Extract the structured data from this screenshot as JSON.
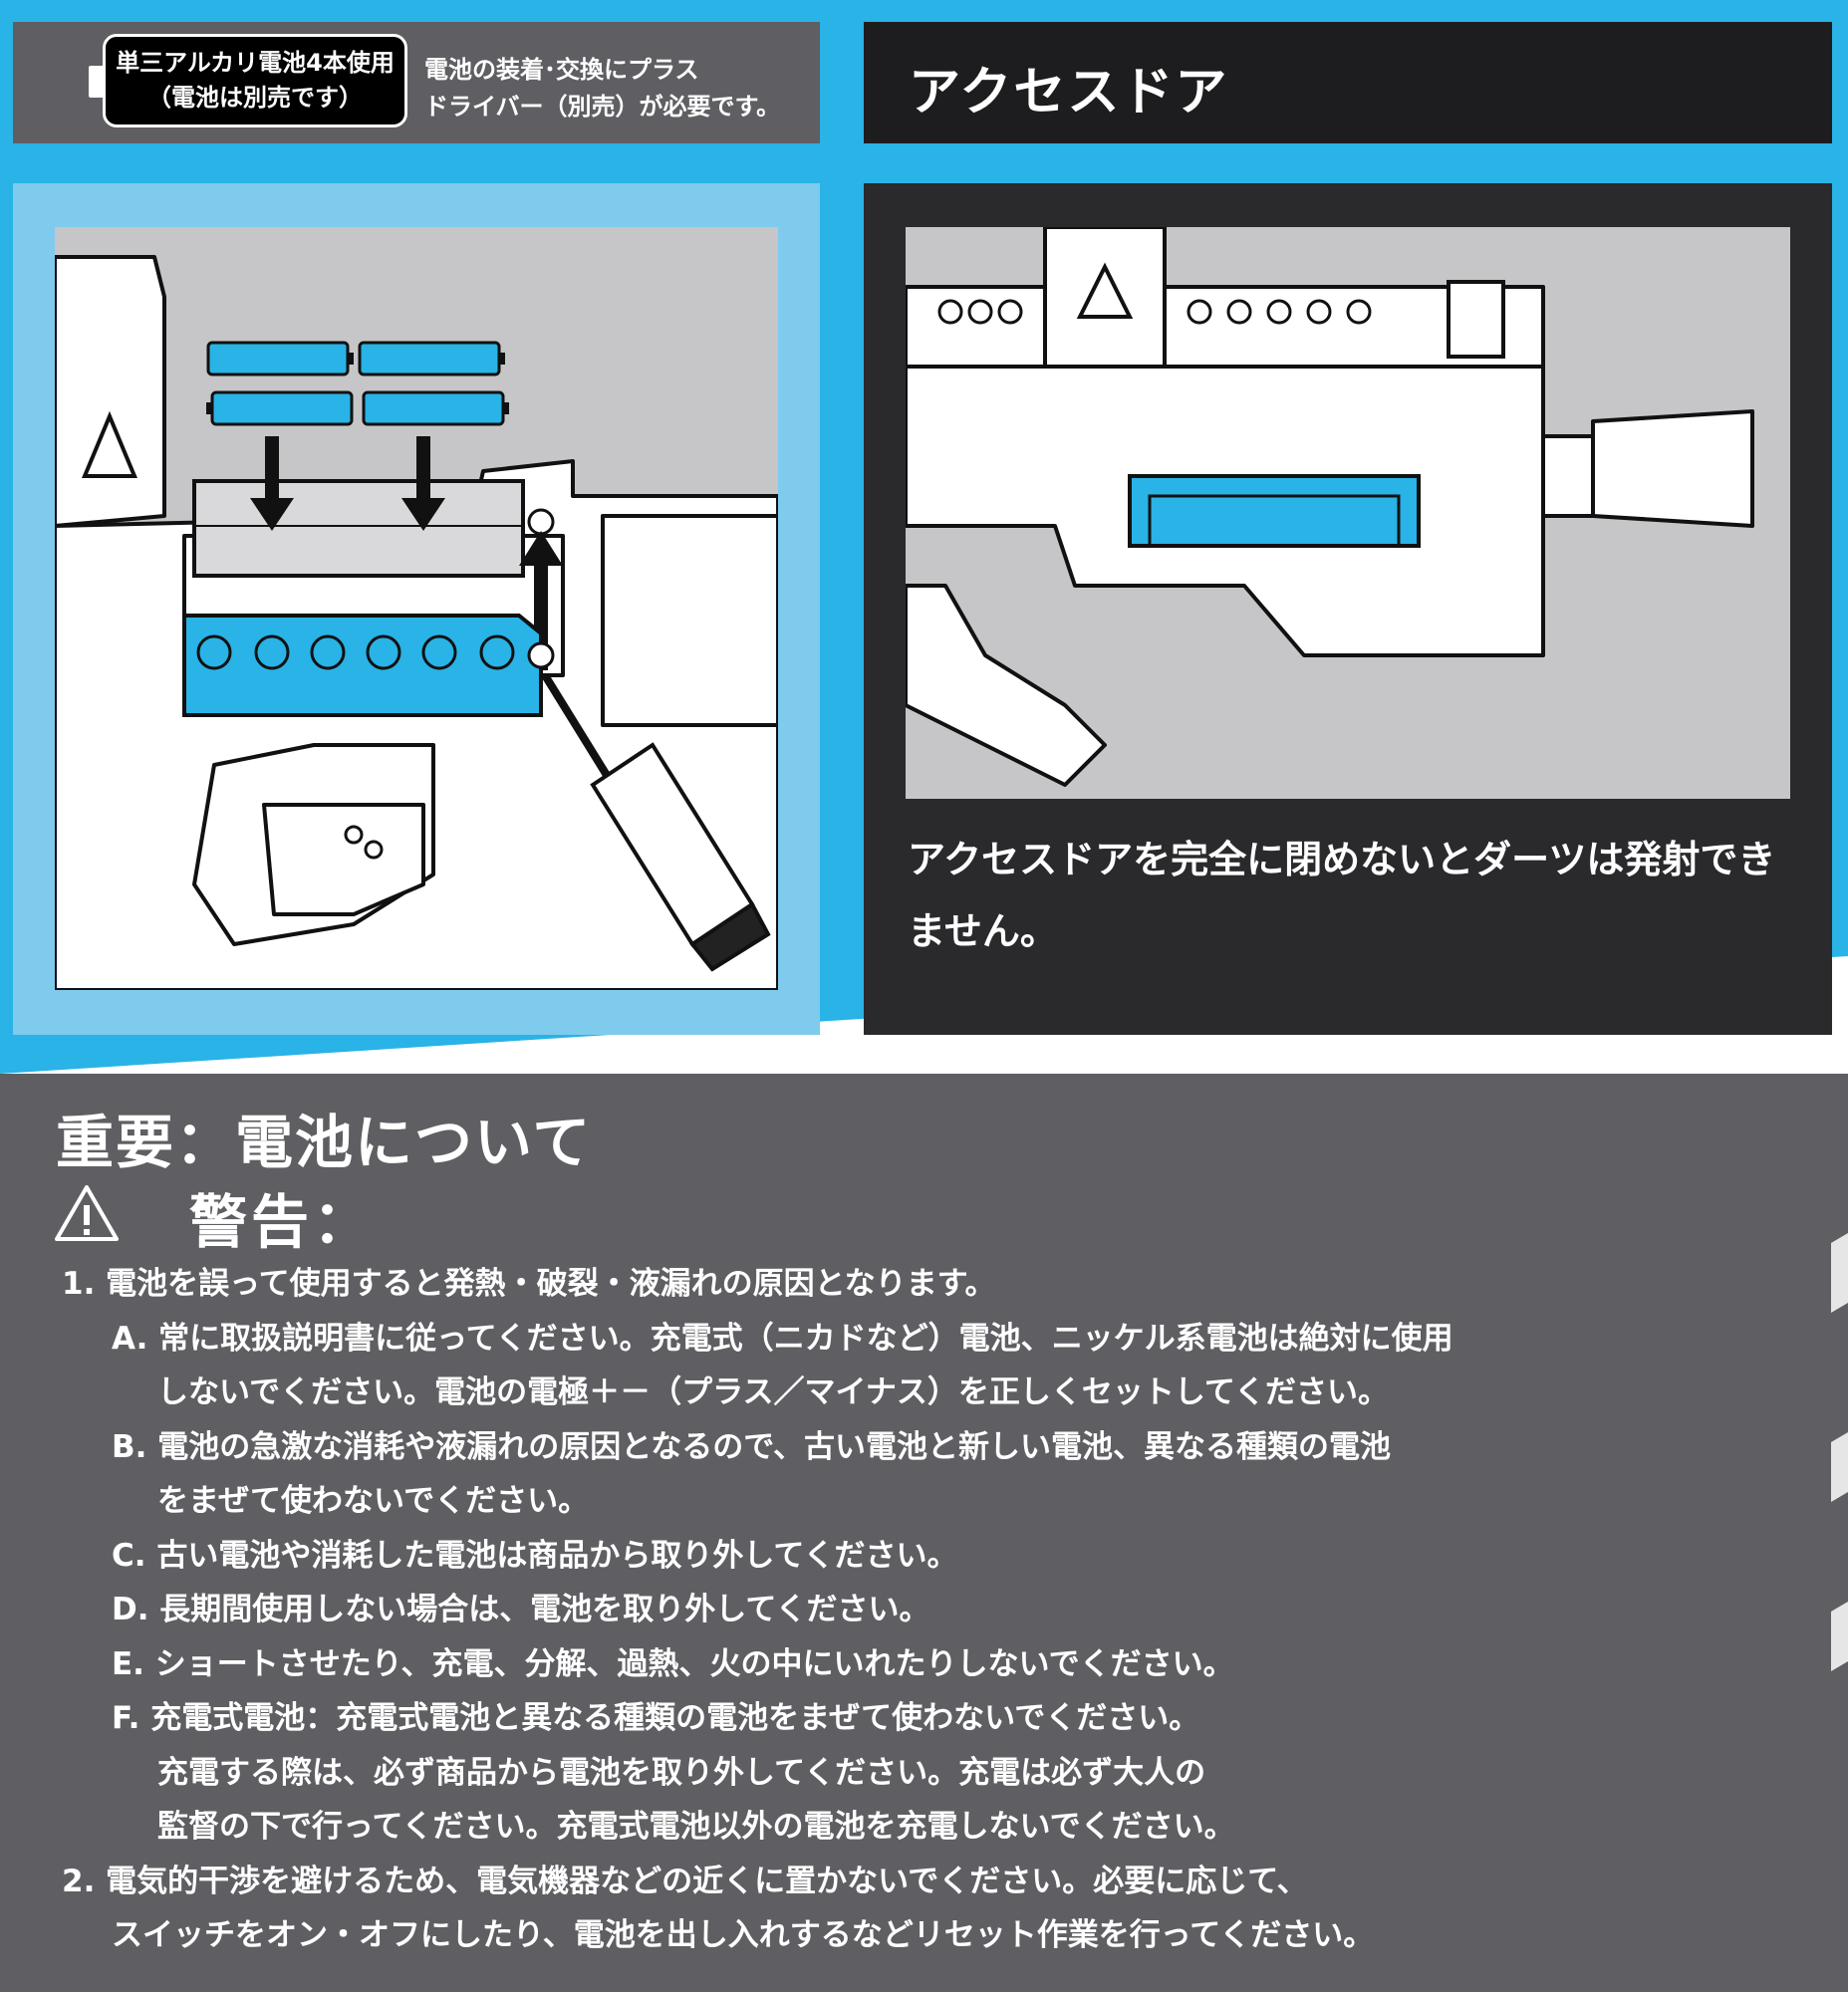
{
  "header": {
    "battery_label_line1": "単三アルカリ電池4本使用",
    "battery_label_line2": "（電池は別売です）",
    "screwdriver_note_line1": "電池の装着･交換にプラス",
    "screwdriver_note_line2": "ドライバー（別売）が必要です。",
    "access_door_title": "アクセスドア"
  },
  "access_door_note": "アクセスドアを完全に閉めないとダーツは発射できません。",
  "important": {
    "title": "重要：電池について",
    "warning_title": "警告：",
    "lines": [
      "1. 電池を誤って使用すると発熱・破裂・液漏れの原因となります。",
      "A. 常に取扱説明書に従ってください。充電式（ニカドなど）電池、ニッケル系電池は絶対に使用",
      "しないでください。電池の電極＋－（プラス／マイナス）を正しくセットしてください。",
      "B. 電池の急激な消耗や液漏れの原因となるので、古い電池と新しい電池、異なる種類の電池",
      "をまぜて使わないでください。",
      "C. 古い電池や消耗した電池は商品から取り外してください。",
      "D. 長期間使用しない場合は、電池を取り外してください。",
      "E. ショートさせたり、充電、分解、過熱、火の中にいれたりしないでください。",
      "F. 充電式電池：充電式電池と異なる種類の電池をまぜて使わないでください。",
      "充電する際は、必ず商品から電池を取り外してください。充電は必ず大人の",
      "監督の下で行ってください。充電式電池以外の電池を充電しないでください。",
      "2. 電気的干渉を避けるため、電気機器などの近くに置かないでください。必要に応じて、",
      "スイッチをオン・オフにしたり、電池を出し入れするなどリセット作業を行ってください。"
    ]
  },
  "colors": {
    "brand_blue": "#29b3e6",
    "light_blue": "#7ecbee",
    "dark_panel": "#2a2a2c",
    "gray": "#5f5f63",
    "illustration_gray": "#c6c6c8"
  }
}
